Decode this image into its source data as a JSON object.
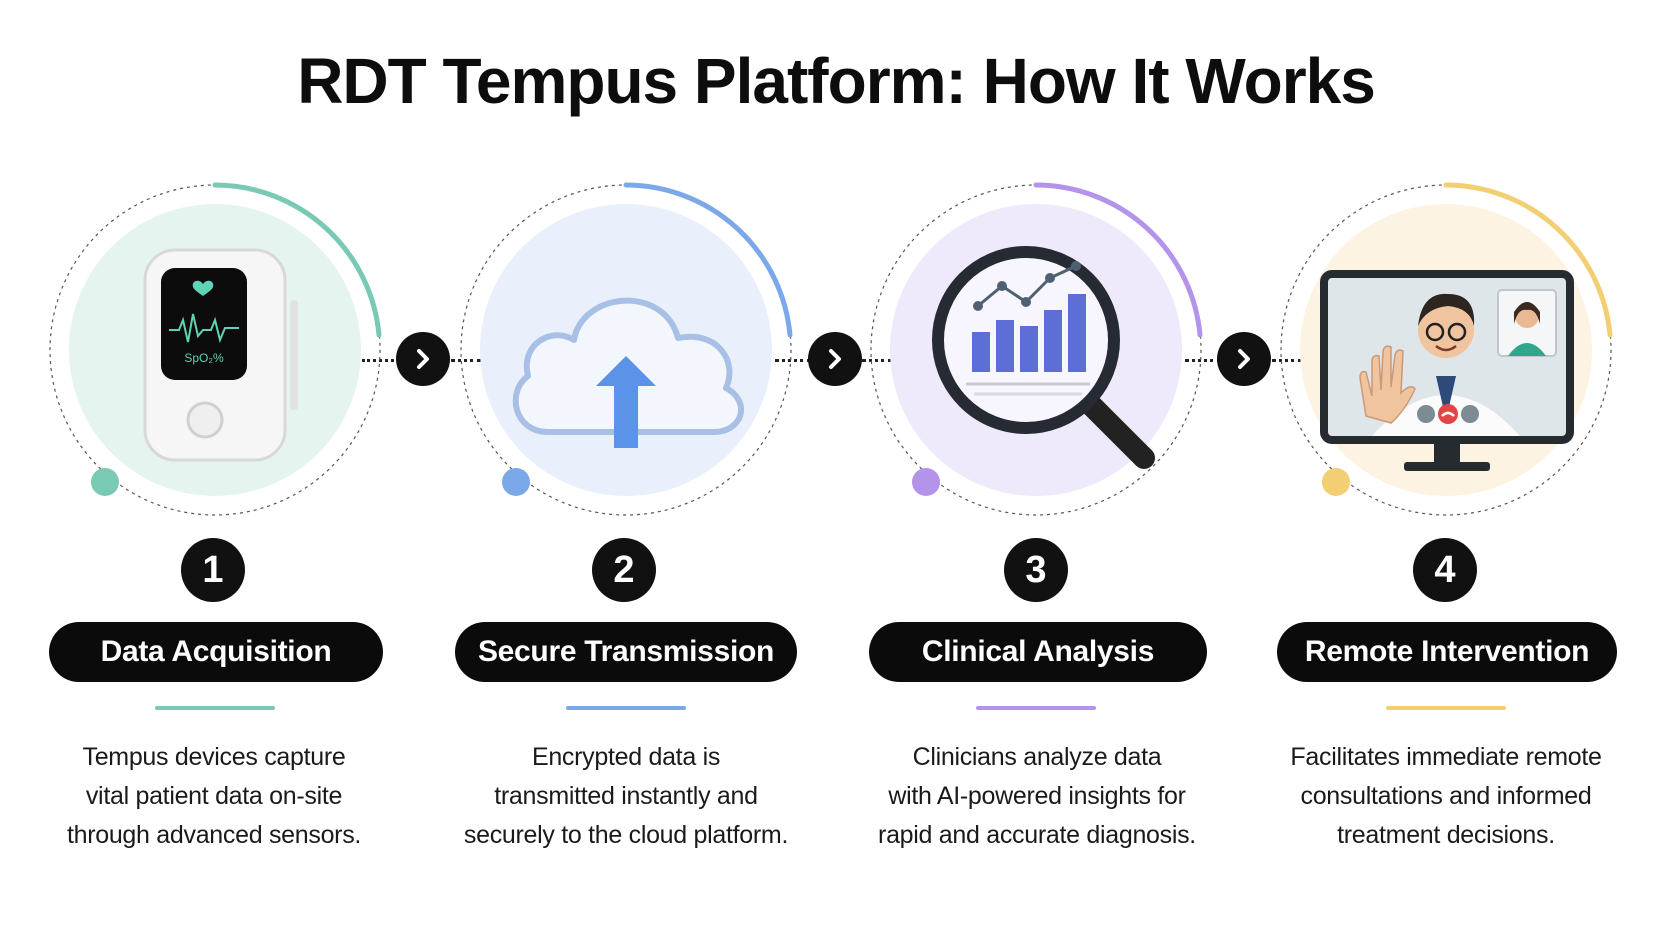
{
  "title": "RDT Tempus Platform: How It Works",
  "colors": {
    "step1": "#79c9b4",
    "step2": "#7ba8e8",
    "step3": "#b493ea",
    "step4": "#f2cf72"
  },
  "device_screen": {
    "reading": "SpO₂%"
  },
  "steps": [
    {
      "number": "1",
      "label": "Data Acquisition",
      "desc_lines": [
        "Tempus devices capture",
        "vital patient data on-site",
        "through advanced sensors."
      ],
      "icon": "pulse-oximeter-icon"
    },
    {
      "number": "2",
      "label": "Secure Transmission",
      "desc_lines": [
        "Encrypted data is",
        "transmitted instantly and",
        "securely to the cloud platform."
      ],
      "icon": "cloud-upload-icon"
    },
    {
      "number": "3",
      "label": "Clinical Analysis",
      "desc_lines": [
        "Clinicians analyze data",
        "with AI-powered insights for",
        "rapid and accurate diagnosis."
      ],
      "icon": "magnifier-chart-icon"
    },
    {
      "number": "4",
      "label": "Remote Intervention",
      "desc_lines": [
        "Facilitates immediate remote",
        "consultations and informed",
        "treatment decisions."
      ],
      "icon": "video-consultation-icon"
    }
  ]
}
